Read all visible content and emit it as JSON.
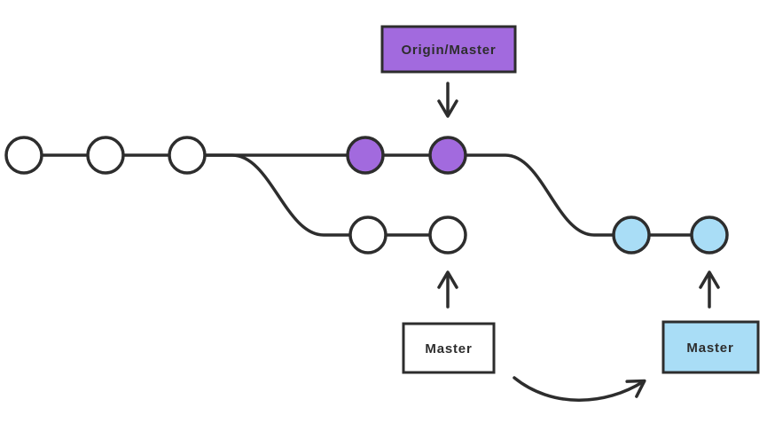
{
  "labels": {
    "origin_master": "Origin/Master",
    "local_master": "Master",
    "moved_master": "Master"
  },
  "colors": {
    "purple": "#a26ade",
    "light_blue": "#a9ddf6",
    "white": "#ffffff",
    "line": "#2d2d2d"
  },
  "structure": {
    "main_branch_commits": [
      "white",
      "white",
      "white",
      "purple",
      "purple"
    ],
    "feature_branch_commits": [
      "white",
      "white"
    ],
    "rebased_branch_commits": [
      "blue",
      "blue"
    ],
    "pointers": [
      {
        "label": "Origin/Master",
        "points_to": "second purple commit on main branch"
      },
      {
        "label": "Master",
        "points_to": "second white commit on feature branch"
      },
      {
        "label": "Master",
        "points_to": "second blue commit on rebased branch"
      }
    ],
    "transition": "curved arrow from old Master label to new Master label"
  }
}
